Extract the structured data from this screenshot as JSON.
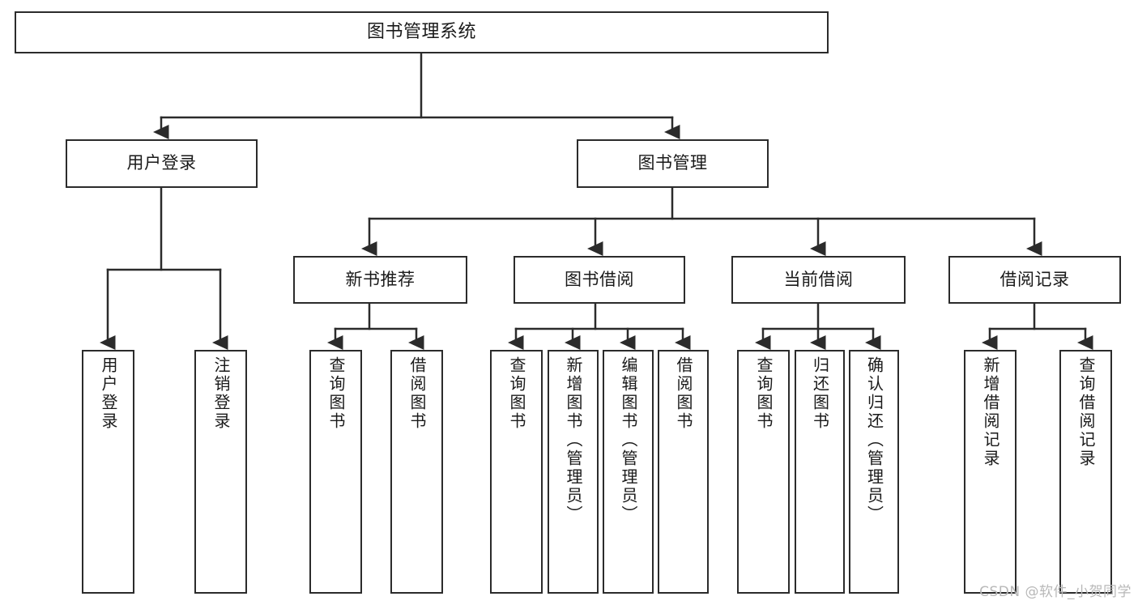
{
  "diagram": {
    "title": "图书管理系统",
    "watermark": "CSDN @软件_小贺同学",
    "stroke_color": "#2b2b2b",
    "fill_color": "#ffffff",
    "text_color": "#1a1a1a",
    "watermark_color": "#b8b8b8"
  },
  "nodes": {
    "root": {
      "label": "图书管理系统"
    },
    "level1": [
      {
        "id": "user-login",
        "label": "用户登录"
      },
      {
        "id": "book-manage",
        "label": "图书管理"
      }
    ],
    "level2": [
      {
        "id": "new-book-recommend",
        "label": "新书推荐"
      },
      {
        "id": "book-borrow",
        "label": "图书借阅"
      },
      {
        "id": "current-borrow",
        "label": "当前借阅"
      },
      {
        "id": "borrow-record",
        "label": "借阅记录"
      }
    ],
    "leaves": {
      "user_login": [
        {
          "id": "leaf-user-login",
          "label": "用户登录"
        },
        {
          "id": "leaf-logout",
          "label": "注销登录"
        }
      ],
      "new_book_recommend": [
        {
          "id": "leaf-query-book-1",
          "label": "查询图书"
        },
        {
          "id": "leaf-borrow-book-1",
          "label": "借阅图书"
        }
      ],
      "book_borrow": [
        {
          "id": "leaf-query-book-2",
          "label": "查询图书"
        },
        {
          "id": "leaf-add-book",
          "label": "新增图书（管理员）"
        },
        {
          "id": "leaf-edit-book",
          "label": "编辑图书（管理员）"
        },
        {
          "id": "leaf-borrow-book-2",
          "label": "借阅图书"
        }
      ],
      "current_borrow": [
        {
          "id": "leaf-query-book-3",
          "label": "查询图书"
        },
        {
          "id": "leaf-return-book",
          "label": "归还图书"
        },
        {
          "id": "leaf-confirm-return",
          "label": "确认归还（管理员）"
        }
      ],
      "borrow_record": [
        {
          "id": "leaf-add-record",
          "label": "新增借阅记录"
        },
        {
          "id": "leaf-query-record",
          "label": "查询借阅记录"
        }
      ]
    }
  }
}
